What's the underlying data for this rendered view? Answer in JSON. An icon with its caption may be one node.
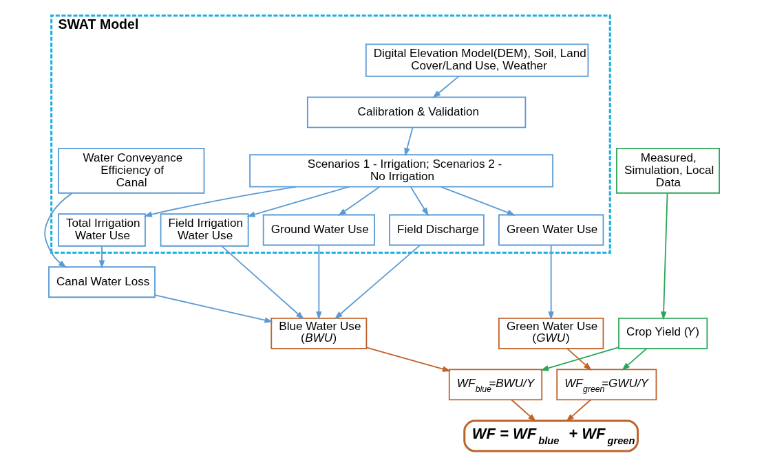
{
  "diagram": {
    "nodes": [
      {
        "text": [
          "SWAT Model"
        ]
      },
      {
        "text": [
          "Digital Elevation Model(DEM), Soil, Land Cover/Land Use, Weather"
        ],
        "in": 0
      },
      {
        "text": [
          "Calibration & Validation"
        ],
        "in": 0
      },
      {
        "text": [
          "Scenarios 1 - Irrigation; Scenarios 2 - No Irrigation"
        ],
        "in": 0
      },
      {
        "text": [
          "Water Conveyance Efficiency of Canal"
        ],
        "in": 0
      },
      {
        "text": [
          "Total Irrigation Water Use"
        ],
        "in": 0
      },
      {
        "text": [
          "Field Irrigation Water Use"
        ],
        "in": 0
      },
      {
        "text": [
          "Ground Water Use"
        ],
        "in": 0
      },
      {
        "text": [
          "Field Discharge"
        ],
        "in": 0
      },
      {
        "text": [
          "Green Water Use"
        ],
        "in": 0
      },
      {
        "text": [
          "Measured, Simulation, Local Data"
        ]
      },
      {
        "text": [
          "Canal Water Loss"
        ]
      },
      {
        "text": [
          "Blue Water Use (*BWU*)"
        ]
      },
      {
        "text": [
          "Green Water Use (*GWU*)"
        ]
      },
      {
        "text": [
          "Crop Yield (*Y*)"
        ]
      },
      {
        "text": [
          "WF$_{blue}$=BWU/Y"
        ]
      },
      {
        "text": [
          "WF$_{green}$=GWU/Y"
        ]
      },
      {
        "text": [
          "WF = WF$_{blue}$ + WF$_{green}$"
        ]
      }
    ],
    "edges": [
      {
        "from": 1,
        "to": 2,
        "arrow": "to"
      },
      {
        "from": 2,
        "to": 3,
        "arrow": "to"
      },
      {
        "from": 3,
        "to": 5,
        "arrow": "to"
      },
      {
        "from": 3,
        "to": 6,
        "arrow": "to"
      },
      {
        "from": 3,
        "to": 7,
        "arrow": "to"
      },
      {
        "from": 3,
        "to": 8,
        "arrow": "to"
      },
      {
        "from": 3,
        "to": 9,
        "arrow": "to"
      },
      {
        "from": 4,
        "to": 11,
        "arrow": "to"
      },
      {
        "from": 5,
        "to": 11,
        "arrow": "to"
      },
      {
        "from": 6,
        "to": 12,
        "arrow": "to"
      },
      {
        "from": 7,
        "to": 12,
        "arrow": "to"
      },
      {
        "from": 8,
        "to": 12,
        "arrow": "to"
      },
      {
        "from": 11,
        "to": 12,
        "arrow": "to"
      },
      {
        "from": 9,
        "to": 13,
        "arrow": "to"
      },
      {
        "from": 10,
        "to": 14,
        "arrow": "to",
        "color": "#2ca65a"
      },
      {
        "from": 12,
        "to": 15,
        "arrow": "to",
        "color": "#c0632b"
      },
      {
        "from": 13,
        "to": 16,
        "arrow": "to",
        "color": "#c0632b"
      },
      {
        "from": 14,
        "to": 15,
        "arrow": "to",
        "color": "#2ca65a"
      },
      {
        "from": 14,
        "to": 16,
        "arrow": "to",
        "color": "#2ca65a"
      },
      {
        "from": 15,
        "to": 17,
        "arrow": "to",
        "color": "#c0632b"
      },
      {
        "from": 16,
        "to": 17,
        "arrow": "to",
        "color": "#c0632b"
      }
    ]
  }
}
